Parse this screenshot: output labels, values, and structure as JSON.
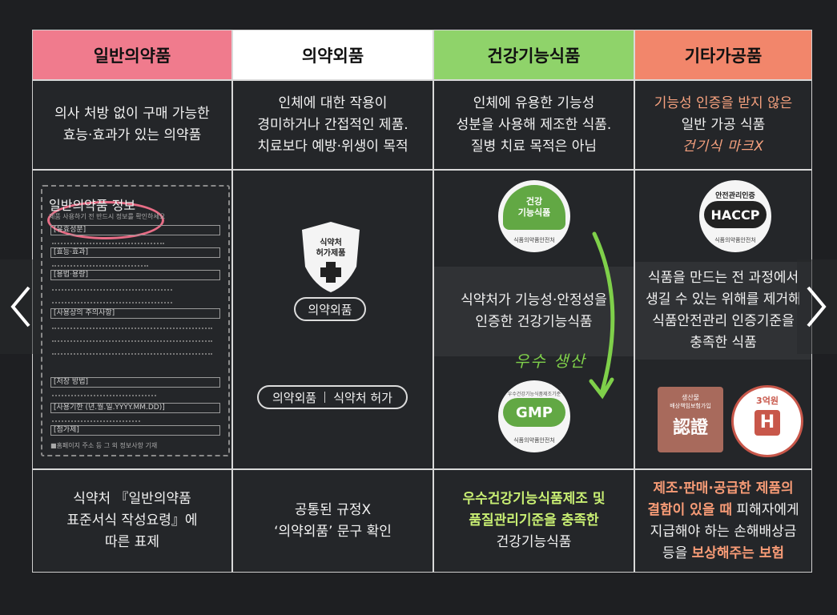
{
  "headers": [
    "일반의약품",
    "의약외품",
    "건강기능식품",
    "기타가공품"
  ],
  "descriptions": {
    "col1": [
      "의사 처방 없이 구매 가능한",
      "효능·효과가 있는 의약품"
    ],
    "col2": [
      "인체에 대한 작용이",
      "경미하거나 간접적인 제품.",
      "치료보다 예방·위생이 목적"
    ],
    "col3": [
      "인체에 유용한 기능성",
      "성분을 사용해 제조한 식품.",
      "질병 치료 목적은 아님"
    ],
    "col4": [
      "기능성 인증을 받지 않은",
      "일반 가공 식품",
      "건기식 마크X"
    ]
  },
  "form": {
    "title": "일반의약품 정보",
    "subtitle": "제품 사용하기 전 반드시 정보를 확인하세요",
    "rows": [
      "[유효성분]",
      "[효능·효과]",
      "[용법·용량]",
      "[사용상의 주의사항]",
      "[저장 방법]",
      "[사용기한 (년.월.일.YYYY.MM.DD)]",
      "[첨가제]"
    ],
    "note": "■홈페이지 주소 등 그 외 정보사항 기재"
  },
  "col2_media": {
    "shield_text": [
      "식약처",
      "허가제품"
    ],
    "pill_label": "의약외품",
    "bottom_pill_left": "의약외품",
    "bottom_pill_right": "식약처 허가"
  },
  "col3_media": {
    "badge_top_text": [
      "건강",
      "기능식품"
    ],
    "badge_top_caption": "식품의약품안전처",
    "middle_text": [
      "식약처가 기능성·안정성을",
      "인증한 건강기능식품"
    ],
    "handwritten": "우수 생산",
    "badge_gmp_top": "우수건강기능식품제조기준",
    "badge_gmp": "GMP",
    "badge_gmp_caption": "식품의약품안전처"
  },
  "col4_media": {
    "haccp_top": "안전관리인증",
    "haccp": "HACCP",
    "haccp_caption": "식품의약품안전처",
    "middle_text": [
      "식품을 만드는 전 과정에서",
      "생길 수 있는 위해를 제거해",
      "식품안전관리 인증기준을",
      "충족한 식품"
    ],
    "stamp1_top": "생산물",
    "stamp1_mid": "배상책임보험가입",
    "stamp1_big": "認證",
    "stamp2_top": "3억원",
    "stamp2_mid": "H"
  },
  "footers": {
    "col1": [
      "식약처 『일반의약품",
      "표준서식 작성요령』에",
      "따른 표제"
    ],
    "col2": [
      "공통된 규정X",
      "‘의약외품’ 문구 확인"
    ],
    "col3_green": [
      "우수건강기능식품제조 및",
      "품질관리기준을 충족한"
    ],
    "col3_plain": "건강기능식품",
    "col4_orange1": "제조·판매·공급한 제품의",
    "col4_orange2": "결함이 있을 때",
    "col4_plain1": " 피해자에게",
    "col4_plain2": "지급해야 하는 손해배상금",
    "col4_plain3": "등을 ",
    "col4_orange3": "보상해주는 보험"
  },
  "colors": {
    "pink": "#f07b8d",
    "green": "#8fd36a",
    "orange": "#f2866b"
  }
}
